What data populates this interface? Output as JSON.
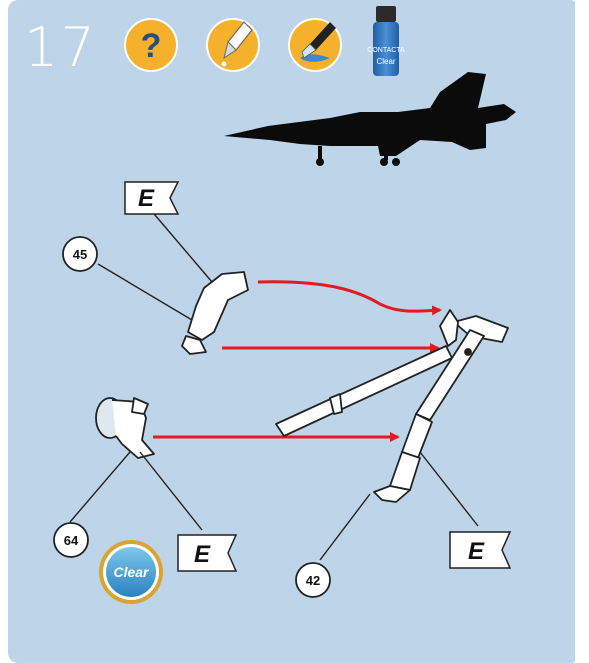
{
  "step": {
    "number": "17"
  },
  "icons": {
    "help": "?",
    "glue_bottle": {
      "brand": "CONTACTA",
      "label": "Clear"
    }
  },
  "flags": {
    "part_e_label": "E"
  },
  "parts": {
    "p45": "45",
    "p64": "64",
    "p42": "42"
  },
  "clear_badge": {
    "label": "Clear"
  },
  "colors": {
    "panel": "#bed4e8",
    "panel_right_edge": "#a9c4dc",
    "icon_gold": "#f5b12b",
    "arrow_red": "#e11b22",
    "part_fill": "#ffffff",
    "silhouette": "#0b0b0b"
  }
}
